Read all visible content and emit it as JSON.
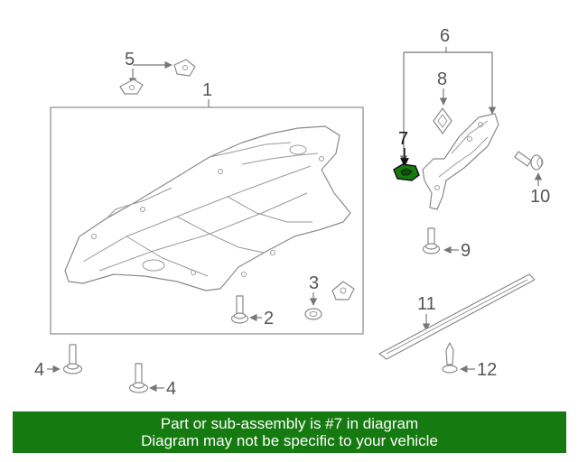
{
  "diagram": {
    "callouts": {
      "c1": "1",
      "c2": "2",
      "c3": "3",
      "c4a": "4",
      "c4b": "4",
      "c5": "5",
      "c6": "6",
      "c7": "7",
      "c8": "8",
      "c9": "9",
      "c10": "10",
      "c11": "11",
      "c12": "12"
    },
    "highlight_color": "#157a0f"
  },
  "banner": {
    "line1": "Part or sub-assembly is #7 in diagram",
    "line2": "Diagram may not be specific to your vehicle",
    "background": "#157a0f"
  }
}
